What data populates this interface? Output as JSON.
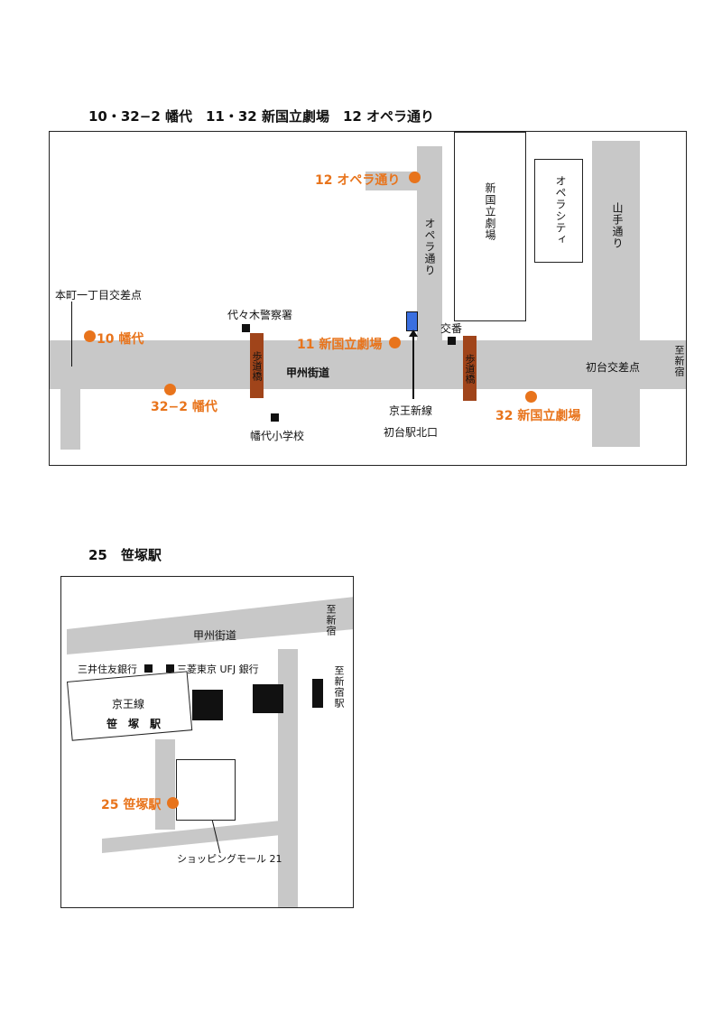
{
  "map1": {
    "heading": "10・32−2 幡代　11・32 新国立劇場　12 オペラ通り",
    "labels": {
      "new_national_theatre": "新国立劇場",
      "opera_city": "オペラシティ",
      "yamate_dori": "山手通り",
      "opera_dori": "オペラ通り",
      "honmachi": "本町一丁目交差点",
      "yoyogi_police": "代々木警察署",
      "koban": "交番",
      "koshu_kaido": "甲州街道",
      "hatsudai_intersection": "初台交差点",
      "to_shinjuku": "至新宿",
      "keio_new_line": "京王新線",
      "hatsudai_north_exit": "初台駅北口",
      "hatagaya_school": "幡代小学校",
      "footbridge": "歩道橋"
    },
    "stops": {
      "s12": "12 オペラ通り",
      "s10": "10 幡代",
      "s11": "11 新国立劇場",
      "s32_2": "32−2 幡代",
      "s32": "32 新国立劇場"
    },
    "colors": {
      "stop": "#e8741c",
      "road": "#c8c8c8",
      "bridge": "#a0441a",
      "station": "#3a6fe0"
    }
  },
  "map2": {
    "heading": "25　笹塚駅",
    "labels": {
      "koshu_kaido": "甲州街道",
      "to_shinjuku_1": "至新宿",
      "to_shinjuku_station": "至新宿駅",
      "smbc": "三井住友銀行",
      "mufg": "三菱東京 UFJ 銀行",
      "keio_line": "京王線",
      "sasazuka_station": "笹　塚　駅",
      "shopping_mall": "ショッピングモール 21"
    },
    "stops": {
      "s25": "25 笹塚駅"
    }
  }
}
